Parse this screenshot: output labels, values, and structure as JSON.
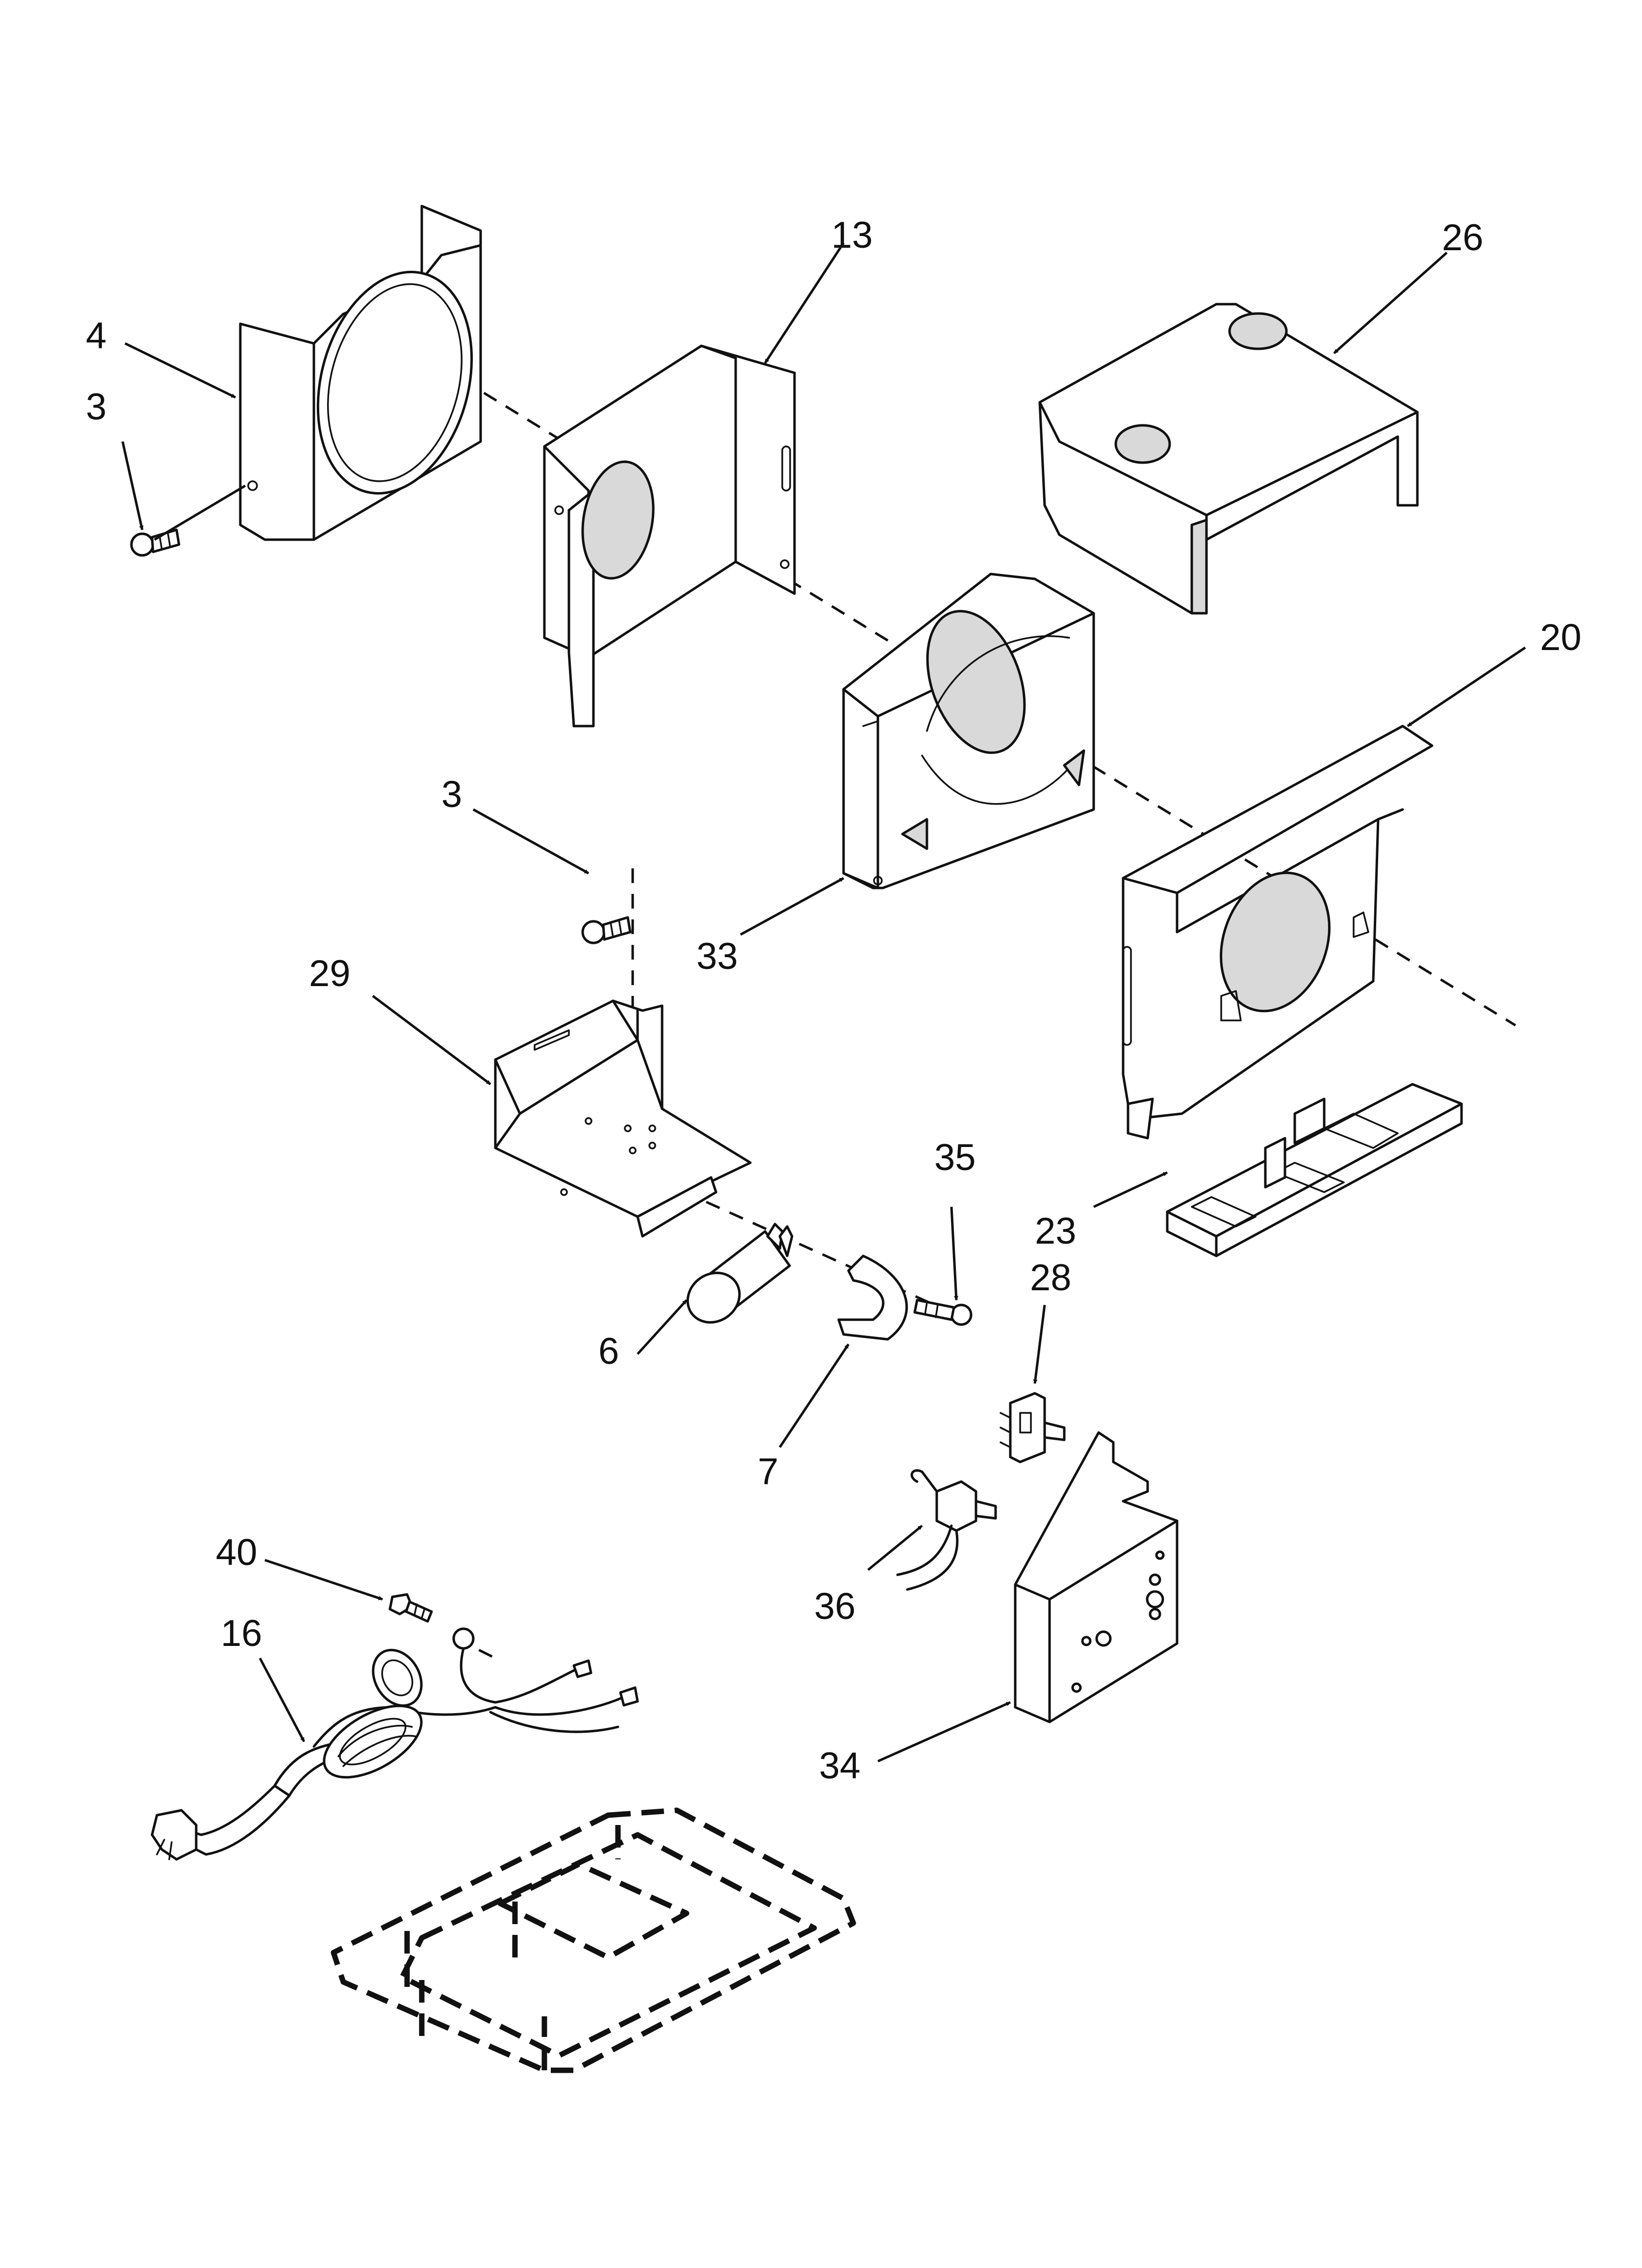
{
  "callouts": {
    "c3a": "3",
    "c4": "4",
    "c13": "13",
    "c26": "26",
    "c20": "20",
    "c3b": "3",
    "c33": "33",
    "c29": "29",
    "c35": "35",
    "c23": "23",
    "c28": "28",
    "c6": "6",
    "c7": "7",
    "c40": "40",
    "c16": "16",
    "c36": "36",
    "c34": "34"
  }
}
